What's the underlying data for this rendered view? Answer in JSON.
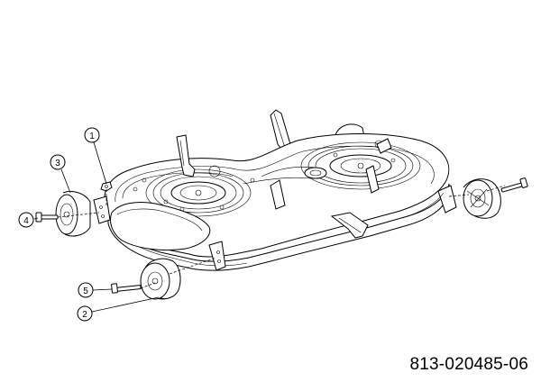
{
  "callouts": [
    {
      "label": "1"
    },
    {
      "label": "2"
    },
    {
      "label": "3"
    },
    {
      "label": "4"
    },
    {
      "label": "5"
    }
  ],
  "part_number": "813-020485-06"
}
